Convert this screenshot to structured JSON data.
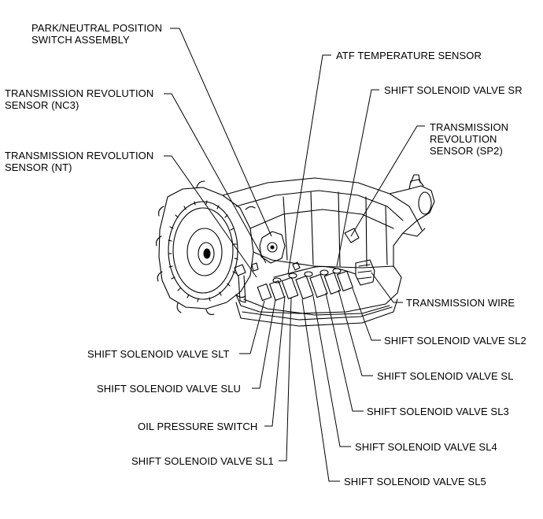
{
  "labels": {
    "park_neutral_1": "PARK/NEUTRAL POSITION",
    "park_neutral_2": "SWITCH ASSEMBLY",
    "atf_temp": "ATF TEMPERATURE SENSOR",
    "nc3_1": "TRANSMISSION REVOLUTION",
    "nc3_2": "SENSOR (NC3)",
    "sr": "SHIFT SOLENOID VALVE SR",
    "sp2_1": "TRANSMISSION",
    "sp2_2": "REVOLUTION",
    "sp2_3": "SENSOR (SP2)",
    "nt_1": "TRANSMISSION REVOLUTION",
    "nt_2": "SENSOR (NT)",
    "wire": "TRANSMISSION WIRE",
    "sl2": "SHIFT SOLENOID VALVE SL2",
    "slt": "SHIFT SOLENOID VALVE SLT",
    "sl": "SHIFT SOLENOID VALVE SL",
    "slu": "SHIFT SOLENOID VALVE SLU",
    "sl3": "SHIFT SOLENOID VALVE SL3",
    "oil": "OIL PRESSURE SWITCH",
    "sl4": "SHIFT SOLENOID VALVE SL4",
    "sl1": "SHIFT SOLENOID VALVE SL1",
    "sl5": "SHIFT SOLENOID VALVE SL5"
  },
  "colors": {
    "line": "#000000",
    "background": "#ffffff"
  }
}
